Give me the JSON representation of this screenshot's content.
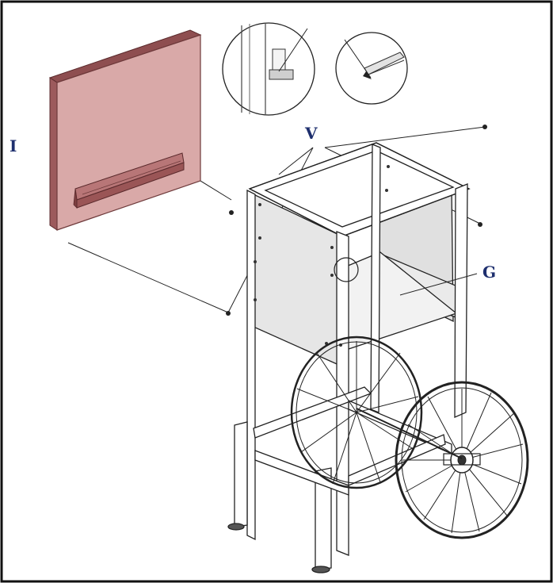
{
  "labels": {
    "panel": "I",
    "screws": "V",
    "shelf": "G"
  },
  "colors": {
    "panel_fill": "#d8a7a6",
    "panel_edge": "#7a3d3e",
    "label_text": "#1e2f6e",
    "line": "#222222",
    "metal_panel": "#e4e4e4"
  }
}
